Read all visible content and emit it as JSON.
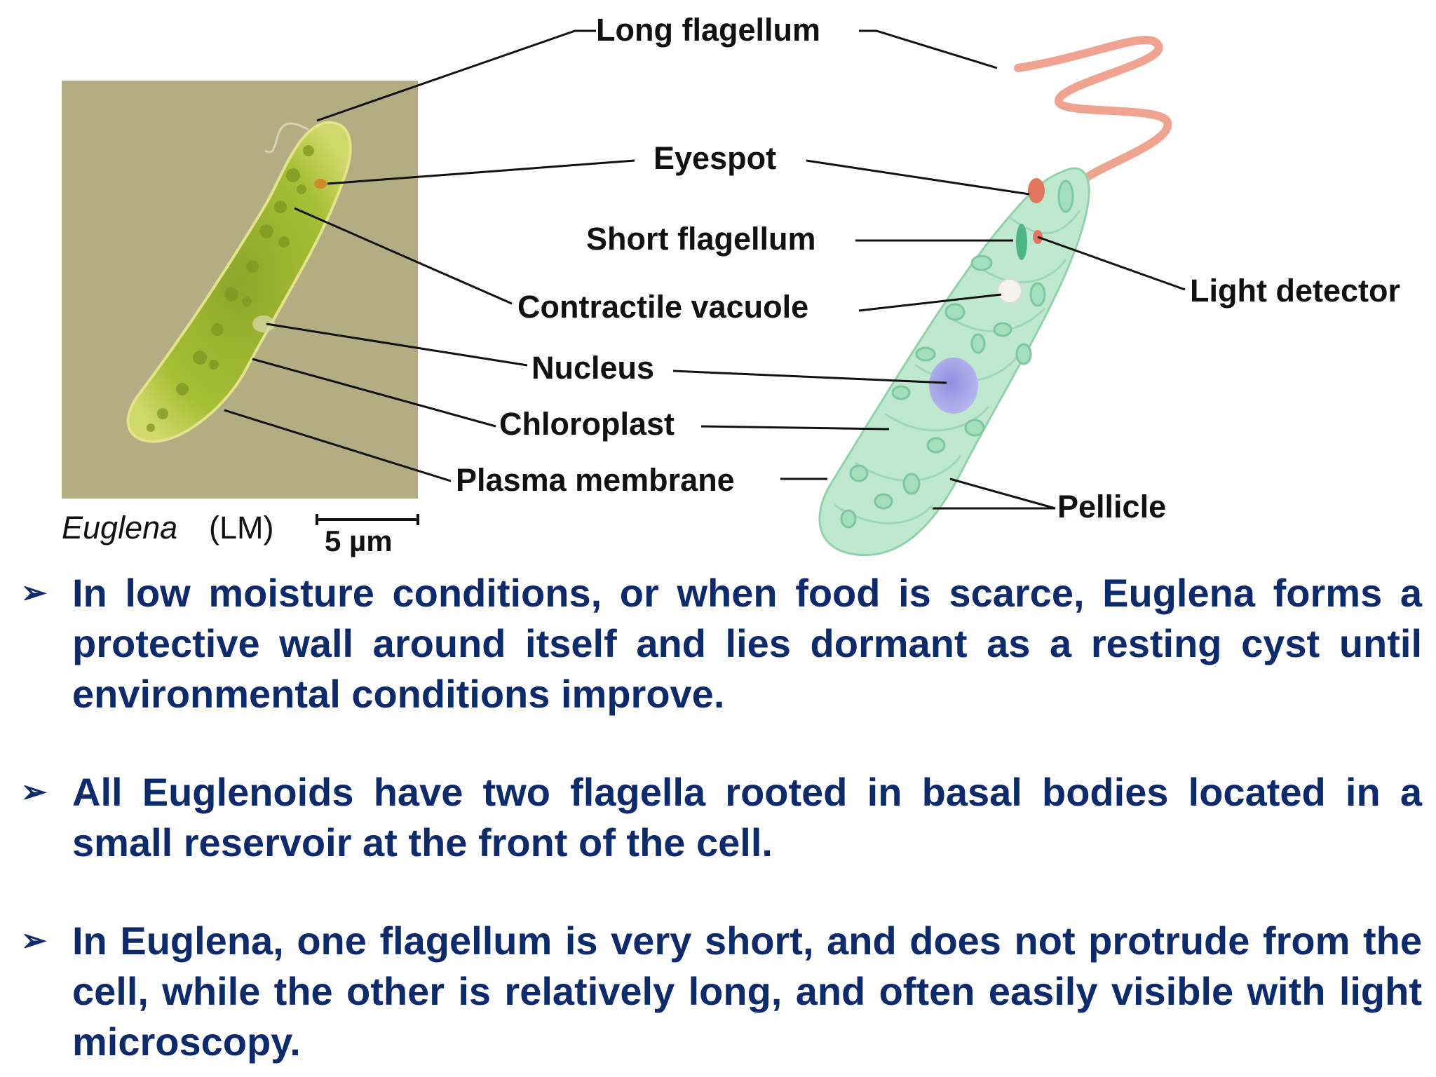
{
  "diagram": {
    "labels": {
      "long_flagellum": "Long flagellum",
      "eyespot": "Eyespot",
      "short_flagellum": "Short flagellum",
      "light_detector": "Light detector",
      "contractile_vacuole": "Contractile vacuole",
      "nucleus": "Nucleus",
      "chloroplast": "Chloroplast",
      "plasma_membrane": "Plasma membrane",
      "pellicle": "Pellicle"
    },
    "caption": {
      "genus": "Euglena",
      "method": "(LM)",
      "scale": "5 µm"
    },
    "colors": {
      "micrograph_bg": "#b3ad84",
      "cell_green": "#9bb52d",
      "drawing_cell": "#bfe9cf",
      "flagellum": "#f1a392",
      "nucleus": "#9b9ce0",
      "eyespot": "#e2755e"
    }
  },
  "bullets": [
    {
      "marker": "➢",
      "text": "In low moisture conditions, or when food is scarce, Euglena forms a protective wall around itself and lies dormant as a resting cyst until environmental conditions improve."
    },
    {
      "marker": "➢",
      "text": "All Euglenoids have two flagella rooted in basal bodies located in a small reservoir at the front of the cell."
    },
    {
      "marker": "➢",
      "text": "In Euglena, one flagellum is very short, and does not protrude from the cell, while the other is relatively long, and often easily visible with light microscopy."
    }
  ]
}
